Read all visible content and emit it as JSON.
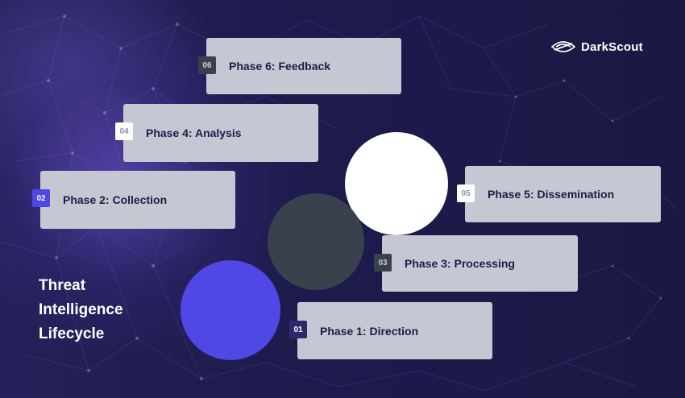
{
  "brand": {
    "name": "DarkScout"
  },
  "title": {
    "line1": "Threat",
    "line2": "Intelligence",
    "line3": "Lifecycle"
  },
  "phases": [
    {
      "number": "01",
      "label": "Phase 1: Direction"
    },
    {
      "number": "02",
      "label": "Phase 2: Collection"
    },
    {
      "number": "03",
      "label": "Phase 3: Processing"
    },
    {
      "number": "04",
      "label": "Phase 4: Analysis"
    },
    {
      "number": "05",
      "label": "Phase 5: Dissemination"
    },
    {
      "number": "06",
      "label": "Phase 6: Feedback"
    }
  ],
  "colors": {
    "background": "#1b1a45",
    "card": "#c5c8d3",
    "blue": "#4f47e6",
    "slate": "#39424c",
    "white": "#ffffff"
  }
}
